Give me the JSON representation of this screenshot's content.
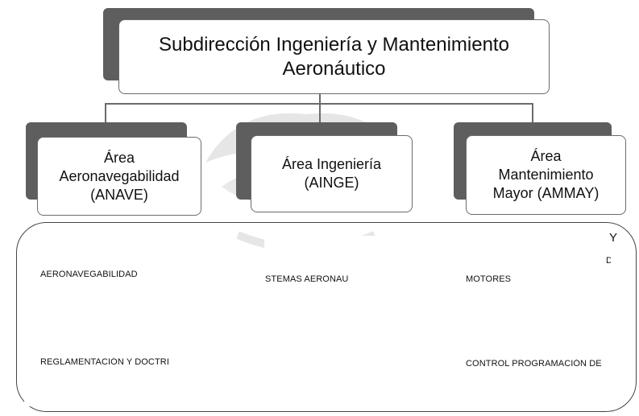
{
  "root": {
    "line1": "Subdirección Ingeniería y Mantenimiento",
    "line2": "Aeronáutico"
  },
  "areas": [
    {
      "lines": [
        "Área",
        "Aeronavegabilidad",
        "(ANAVE)"
      ]
    },
    {
      "lines": [
        "Área Ingeniería",
        "(AINGE)"
      ]
    },
    {
      "lines": [
        "Área",
        "Mantenimiento",
        "Mayor (AMMAY)"
      ]
    }
  ],
  "subunits": {
    "left": [
      "AERONAVEGABILIDAD",
      "REGLAMENTACIÓN Y DOCTRI"
    ],
    "middle": [
      "STEMAS AERONAU"
    ],
    "right": [
      "MOTORES",
      "CONTROL PROGRAMACIÓN DE"
    ]
  },
  "fragments": [
    "Y",
    "D"
  ]
}
